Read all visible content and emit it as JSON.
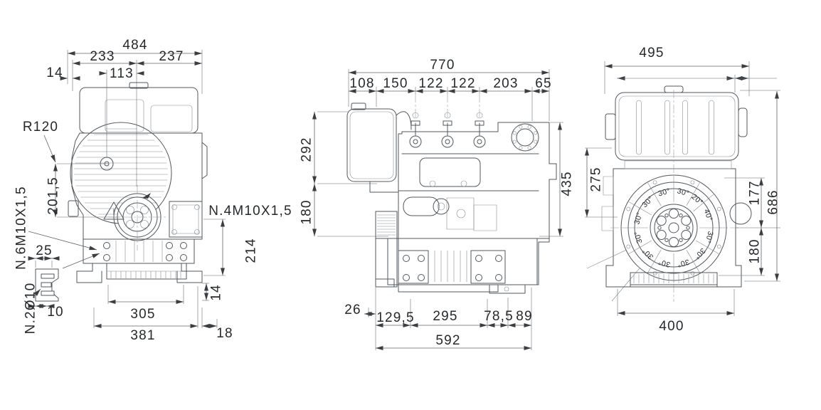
{
  "page": {
    "background": "#ffffff"
  },
  "colors": {
    "art_line": "#53585d",
    "art_light": "#868b90",
    "dim_line": "#5f646a",
    "text": "#26292c"
  },
  "views": {
    "front": {
      "name": "front-view",
      "dims": {
        "total_width": "484",
        "left_width": "233",
        "right_width": "237",
        "hub_offset": "113",
        "edge_offset": "14",
        "fan_radius": "R120",
        "side_height": "201,5",
        "base_thread": "N.6M10X1,5",
        "detail_width": "25",
        "detail_holes": "N.2Ø10",
        "detail_depth": "10",
        "bolt_span": "305",
        "base_width": "381",
        "foot_offset": "18",
        "foot_height": "14",
        "flange_thread": "N.4M10X1,5",
        "flange_height": "214"
      }
    },
    "side": {
      "name": "side-view",
      "dims": {
        "total_length": "770",
        "seg_108": "108",
        "seg_150": "150",
        "seg_122a": "122",
        "seg_122b": "122",
        "seg_203": "203",
        "seg_65": "65",
        "tank_height": "292",
        "mid_height": "180",
        "block_height": "435",
        "front_gap": "26",
        "seg_129_5": "129,5",
        "seg_295": "295",
        "seg_78_5": "78,5",
        "seg_89": "89",
        "mount_length": "592"
      }
    },
    "rear": {
      "name": "rear-view",
      "dims": {
        "total_width": "495",
        "upper_height": "275",
        "pto_height": "177",
        "total_height": "686",
        "lower_height": "180",
        "foot_span": "400"
      },
      "flywheel": {
        "angles": [
          "30°",
          "20°",
          "40°",
          "30°",
          "30°",
          "30°",
          "30°",
          "30°",
          "30°",
          "30°",
          "30°",
          "30°"
        ]
      }
    }
  }
}
